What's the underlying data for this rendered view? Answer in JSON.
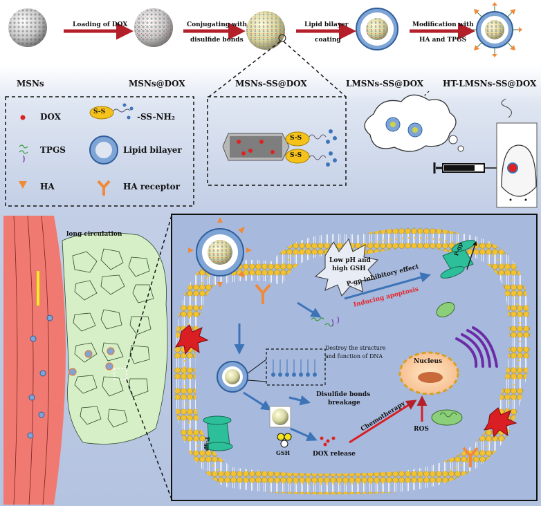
{
  "process": {
    "steps": [
      "MSNs",
      "MSNs@DOX",
      "MSNs-SS@DOX",
      "LMSNs-SS@DOX",
      "HT-LMSNs-SS@DOX"
    ],
    "arrows": [
      {
        "line1": "Loading of DOX",
        "line2": ""
      },
      {
        "line1": "Conjugating with",
        "line2": "disulfide bonds"
      },
      {
        "line1": "Lipid bilayer",
        "line2": "coating"
      },
      {
        "line1": "Modification with",
        "line2": "HA and TPGS"
      }
    ]
  },
  "legend": {
    "dox": "DOX",
    "ss_badge": "S-S",
    "ssnh2": "-SS-NH₂",
    "tpgs": "TPGS",
    "lipid": "Lipid bilayer",
    "ha": "HA",
    "ha_receptor": "HA receptor"
  },
  "inset": {
    "ss_top": "S-S",
    "ss_bottom": "S-S"
  },
  "tissue": {
    "label": "long circulation"
  },
  "cell": {
    "stimulus": [
      "Low pH and",
      "high GSH"
    ],
    "pgp_inhibit": "P-gp inhibitory effect",
    "apoptosis": "Inducing  apoptosis",
    "dna": [
      "Destroy the structure",
      "and function of DNA"
    ],
    "nucleus": "Nucleus",
    "disulfide": [
      "Disulfide bonds",
      "breakage"
    ],
    "chemo": "Chemotherapy",
    "ros": "ROS",
    "gsh": "GSH",
    "dox_release": "DOX release",
    "pgp_top": "P-gp",
    "pgp_left": "P-gp"
  },
  "colors": {
    "arrow_red": "#b3202a",
    "arrow_blue": "#3d74b8",
    "vessel": "#f07a72",
    "membrane_head": "#f2c230",
    "pgp": "#2dbf9a",
    "ha": "#f08a3a",
    "tissue_cell": "#d7efc6",
    "apoptosis_red": "#e3262c"
  }
}
